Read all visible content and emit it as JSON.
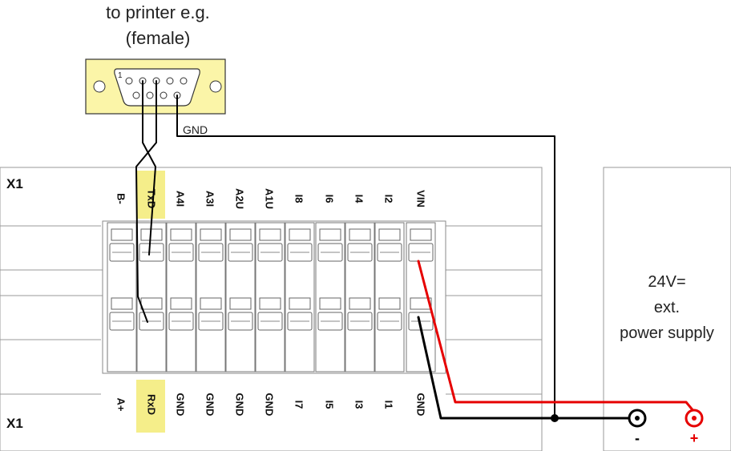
{
  "connector": {
    "title_line1": "to printer e.g.",
    "title_line2": "(female)",
    "pin1_label": "1",
    "gnd_label": "GND"
  },
  "terminal": {
    "title_top": "X1",
    "title_bottom": "X1",
    "top_labels": [
      "B-",
      "TxD",
      "A4I",
      "A3I",
      "A2U",
      "A1U",
      "I8",
      "I6",
      "I4",
      "I2",
      "VIN"
    ],
    "bottom_labels": [
      "A+",
      "RxD",
      "GND",
      "GND",
      "GND",
      "GND",
      "I7",
      "I5",
      "I3",
      "I1",
      "GND"
    ],
    "highlight_color": "#f5ee8a"
  },
  "power_supply": {
    "line1": "24V=",
    "line2": "ext.",
    "line3": "power supply",
    "minus_label": "-",
    "plus_label": "+"
  },
  "colors": {
    "wire_positive": "#e60000",
    "wire_ground": "#000000",
    "connector_fill": "#fbf5a8"
  }
}
